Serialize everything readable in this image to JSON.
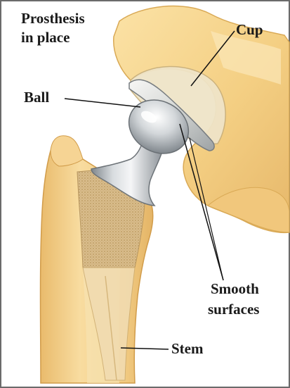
{
  "title": {
    "line1": "Prosthesis",
    "line2": "in place"
  },
  "labels": {
    "cup": "Cup",
    "ball": "Ball",
    "smooth_line1": "Smooth",
    "smooth_line2": "surfaces",
    "stem": "Stem"
  },
  "colors": {
    "background": "#ffffff",
    "border": "#555555",
    "bone": "#f4d28c",
    "bone_shadow": "#e2b764",
    "bone_highlight": "#fbe7b8",
    "femur_fill": "#f0c98a",
    "metal": "#c9cdd1",
    "metal_dark": "#8d9399",
    "metal_light": "#f2f3f4",
    "stem_mesh": "#cfb07a",
    "text": "#1a1a1a"
  }
}
